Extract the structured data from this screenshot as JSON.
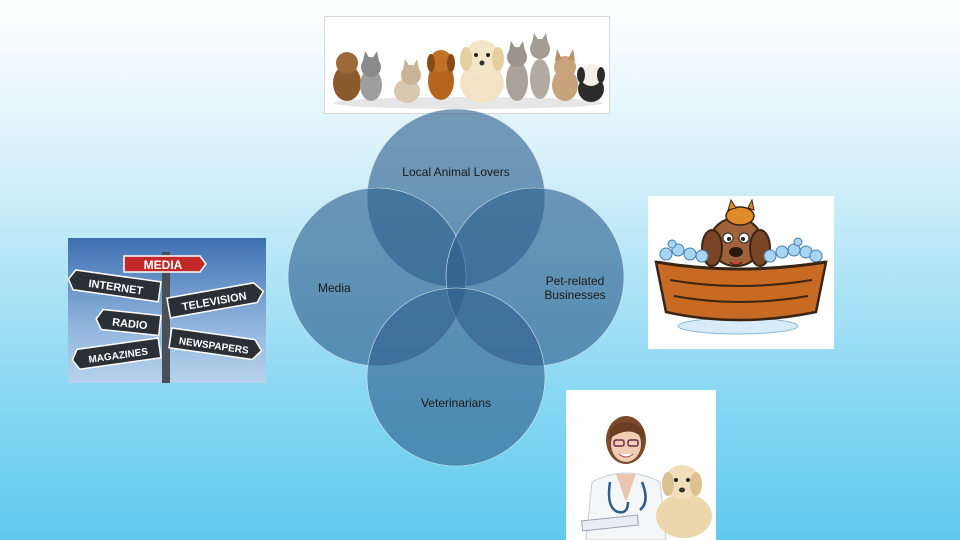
{
  "venn": {
    "top_label": "Local Animal Lovers",
    "left_label": "Media",
    "right_label": "Pet-related\nBusinesses",
    "bottom_label": "Veterinarians",
    "circle_color": "#2e5f8c"
  },
  "media_sign": {
    "main": "MEDIA",
    "signs": [
      "INTERNET",
      "TELEVISION",
      "RADIO",
      "NEWSPAPERS",
      "MAGAZINES"
    ]
  }
}
